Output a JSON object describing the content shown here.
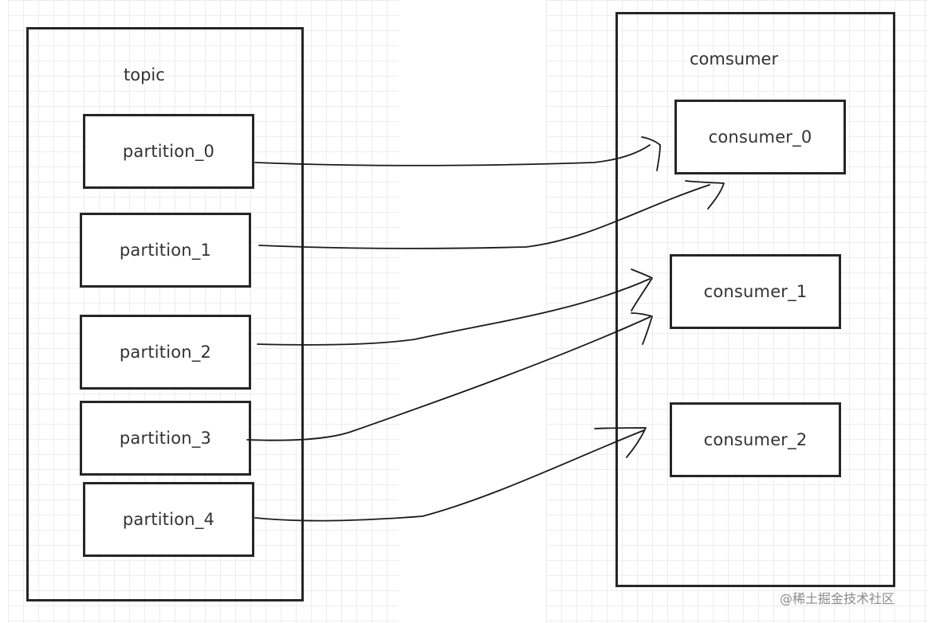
{
  "diagram": {
    "topic": {
      "label": "topic",
      "partitions": [
        {
          "label": "partition_0"
        },
        {
          "label": "partition_1"
        },
        {
          "label": "partition_2"
        },
        {
          "label": "partition_3"
        },
        {
          "label": "partition_4"
        }
      ]
    },
    "consumer_group": {
      "label": "comsumer",
      "consumers": [
        {
          "label": "consumer_0"
        },
        {
          "label": "consumer_1"
        },
        {
          "label": "consumer_2"
        }
      ]
    },
    "assignments": [
      {
        "from": "partition_0",
        "to": "consumer_0"
      },
      {
        "from": "partition_1",
        "to": "consumer_0"
      },
      {
        "from": "partition_2",
        "to": "consumer_1"
      },
      {
        "from": "partition_3",
        "to": "consumer_1"
      },
      {
        "from": "partition_4",
        "to": "consumer_2"
      }
    ]
  },
  "watermark": "@稀土掘金技术社区",
  "colors": {
    "stroke": "#262626",
    "text": "#333333",
    "grid": "#ededed",
    "watermark": "#8a8a8a"
  }
}
